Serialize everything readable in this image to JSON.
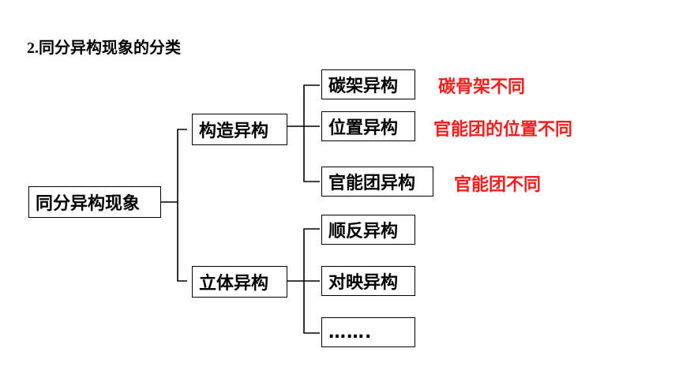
{
  "title": {
    "number": "2.",
    "text": "同分异构现象的分类"
  },
  "root": "同分异构现象",
  "branches": {
    "structural": "构造异构",
    "stereo": "立体异构"
  },
  "leaves": {
    "carbon_skeleton": "碳架异构",
    "position": "位置异构",
    "functional_group": "官能团异构",
    "cis_trans": "顺反异构",
    "enantiomer": "对映异构",
    "more": "……."
  },
  "notes": {
    "carbon_skeleton": "碳骨架不同",
    "position": "官能团的位置不同",
    "functional_group": "官能团不同"
  },
  "colors": {
    "note": "#ff1a1a",
    "line": "#000000"
  }
}
